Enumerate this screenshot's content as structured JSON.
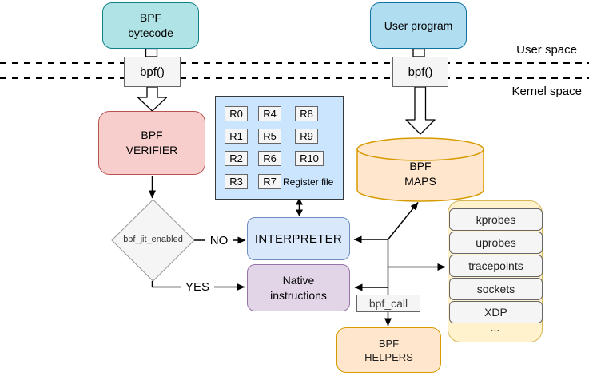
{
  "boundary": {
    "user_space_label": "User space",
    "kernel_space_label": "Kernel space"
  },
  "nodes": {
    "bpf_bytecode": {
      "line1": "BPF",
      "line2": "bytecode"
    },
    "user_program": {
      "label": "User program"
    },
    "syscall_left": {
      "label": "bpf()"
    },
    "syscall_right": {
      "label": "bpf()"
    },
    "verifier": {
      "line1": "BPF",
      "line2": "VERIFIER"
    },
    "register_file": {
      "caption": "Register file",
      "registers": [
        "R0",
        "R1",
        "R2",
        "R3",
        "R4",
        "R5",
        "R6",
        "R7",
        "R8",
        "R9",
        "R10"
      ]
    },
    "maps": {
      "line1": "BPF",
      "line2": "MAPS"
    },
    "jit_decision": {
      "label": "bpf_jit_enabled"
    },
    "interpreter": {
      "label": "INTERPRETER"
    },
    "native_instructions": {
      "line1": "Native",
      "line2": "instructions"
    },
    "bpf_call": {
      "label": "bpf_call"
    },
    "helpers": {
      "line1": "BPF",
      "line2": "HELPERS"
    },
    "hooks": {
      "items": [
        "kprobes",
        "uprobes",
        "tracepoints",
        "sockets",
        "XDP",
        "..."
      ]
    }
  },
  "edges": {
    "no_label": "NO",
    "yes_label": "YES"
  },
  "colors": {
    "bytecode_fill": "#b0e3e6",
    "bytecode_stroke": "#0e8088",
    "userprog_fill": "#b1ddf0",
    "userprog_stroke": "#10739e",
    "verifier_fill": "#f8cecc",
    "verifier_stroke": "#b85450",
    "interpreter_fill": "#dae8fc",
    "interpreter_stroke": "#6c8ebf",
    "native_fill": "#e1d5e7",
    "native_stroke": "#9673a6",
    "maps_fill": "#ffe6cc",
    "maps_stroke": "#d79b00",
    "hooks_fill": "#fff2cc",
    "hooks_stroke": "#d6b656",
    "gray_fill": "#f5f5f5",
    "gray_stroke": "#666666",
    "regfile_fill": "#cce5ff",
    "regfile_stroke": "#36393d"
  }
}
